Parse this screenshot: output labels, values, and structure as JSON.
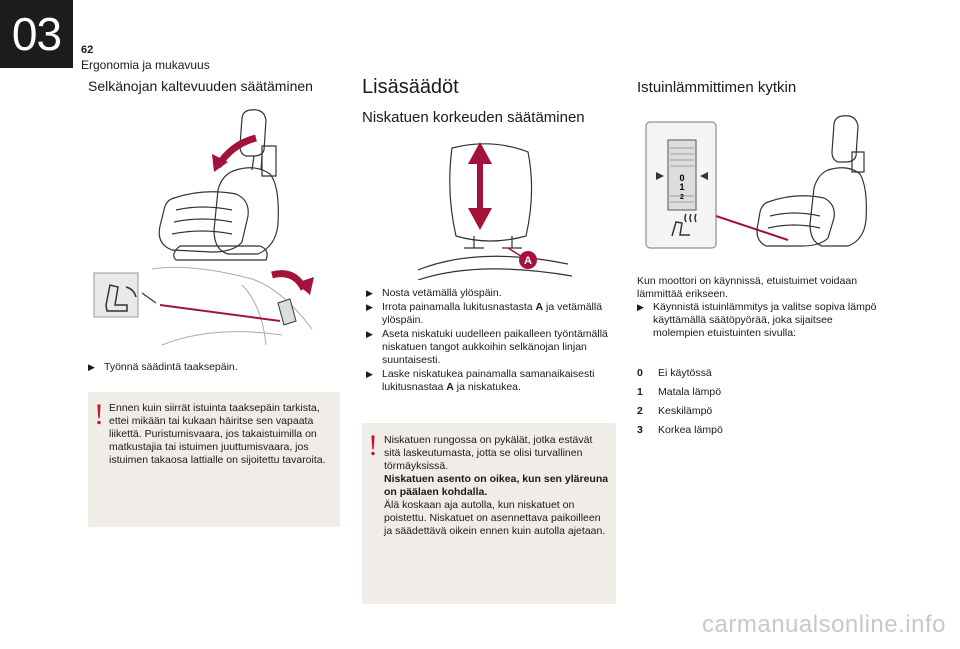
{
  "header": {
    "chapter_number": "03",
    "page_number": "62",
    "chapter_title": "Ergonomia ja mukavuus"
  },
  "col1": {
    "heading": "Selkänojan kaltevuuden säätäminen",
    "bullet": "Työnnä säädintä taaksepäin.",
    "warning": "Ennen kuin siirrät istuinta taaksepäin tarkista, ettei mikään tai kukaan häiritse sen vapaata liikettä. Puristumisvaara, jos takaistuimilla on matkustajia tai istuimen juuttumisvaara, jos istuimen takaosa lattialle on sijoitettu tavaroita."
  },
  "col2": {
    "heading": "Lisäsäädöt",
    "subheading": "Niskatuen korkeuden säätäminen",
    "marker_label": "A",
    "bullets": [
      {
        "pre": "Nosta vetämällä ylöspäin.",
        "bold": "",
        "post": ""
      },
      {
        "pre": "Irrota painamalla lukitusnastasta ",
        "bold": "A",
        "post": " ja vetämällä ylöspäin."
      },
      {
        "pre": "Aseta niskatuki uudelleen paikalleen työntämällä niskatuen tangot aukkoihin selkänojan linjan suuntaisesti.",
        "bold": "",
        "post": ""
      },
      {
        "pre": "Laske niskatukea painamalla samanaikaisesti lukitusnastaa ",
        "bold": "A",
        "post": " ja niskatukea."
      }
    ],
    "warning_p1": "Niskatuen rungossa on pykälät, jotka estävät sitä laskeutumasta, jotta se olisi turvallinen törmäyksissä.",
    "warning_bold": "Niskatuen asento on oikea, kun sen yläreuna on päälaen kohdalla.",
    "warning_p2": "Älä koskaan aja autolla, kun niskatuet on poistettu. Niskatuet on asennettava paikoilleen ja säädettävä oikein ennen kuin autolla ajetaan."
  },
  "col3": {
    "heading": "Istuinlämmittimen kytkin",
    "dial_labels": [
      "0",
      "1",
      "2"
    ],
    "intro": "Kun moottori on käynnissä, etuistuimet voidaan lämmittää erikseen.",
    "bullet": "Käynnistä istuinlämmitys ja valitse sopiva lämpö käyttämällä säätöpyörää, joka sijaitsee molempien etuistuinten sivulla:",
    "levels": [
      {
        "key": "0",
        "label": "Ei käytössä"
      },
      {
        "key": "1",
        "label": "Matala lämpö"
      },
      {
        "key": "2",
        "label": "Keskilämpö"
      },
      {
        "key": "3",
        "label": "Korkea lämpö"
      }
    ]
  },
  "footer": {
    "watermark": "carmanualsonline.info"
  },
  "colors": {
    "accent": "#a3123a",
    "warning_bg": "#f0ece7",
    "warning_mark": "#c8102e",
    "tab_bg": "#1c1c1c"
  }
}
